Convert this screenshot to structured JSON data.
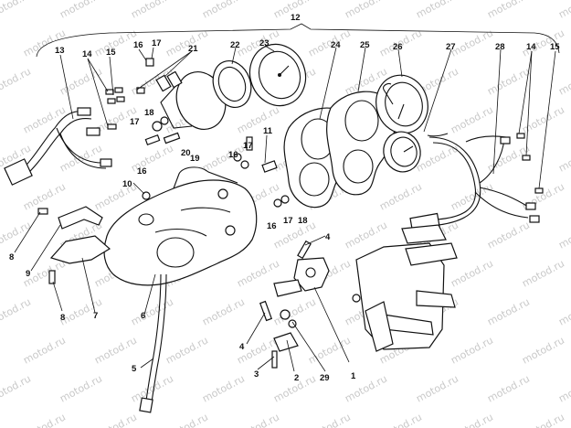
{
  "diagram": {
    "watermark": "motod.ru",
    "callouts": [
      "1",
      "2",
      "3",
      "4",
      "4",
      "5",
      "6",
      "7",
      "8",
      "8",
      "9",
      "10",
      "11",
      "12",
      "13",
      "14",
      "14",
      "15",
      "15",
      "16",
      "16",
      "16",
      "16",
      "17",
      "17",
      "17",
      "17",
      "18",
      "18",
      "19",
      "20",
      "21",
      "22",
      "23",
      "24",
      "25",
      "26",
      "27",
      "28",
      "29"
    ]
  },
  "colors": {
    "ink": "#111111",
    "background": "#ffffff",
    "watermark": "#c9c9c9"
  }
}
